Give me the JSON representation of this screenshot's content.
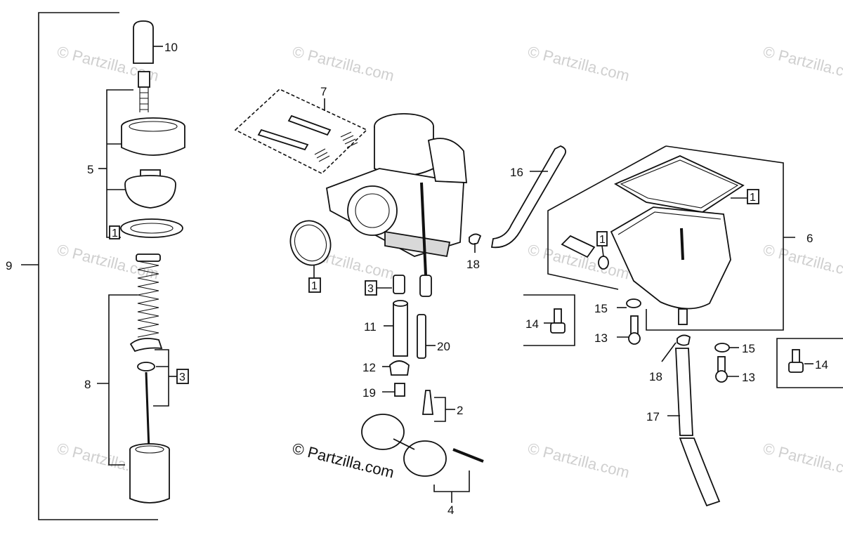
{
  "labels": {
    "l1": "1",
    "l2": "2",
    "l3": "3",
    "l4": "4",
    "l5": "5",
    "l6": "6",
    "l7": "7",
    "l8": "8",
    "l9": "9",
    "l10": "10",
    "l11": "11",
    "l12": "12",
    "l13": "13",
    "l14": "14",
    "l15": "15",
    "l16": "16",
    "l17": "17",
    "l18": "18",
    "l19": "19",
    "l20": "20"
  },
  "watermark": {
    "main": "© Partzilla.com",
    "faint": "© Partzilla.com"
  }
}
